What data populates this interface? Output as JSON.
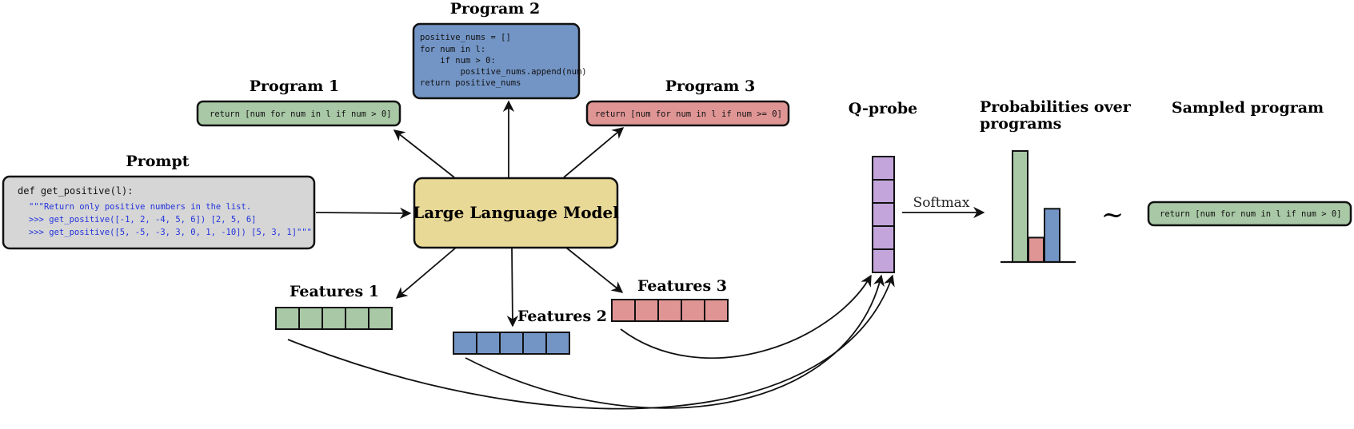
{
  "colors": {
    "green": "#a9c8a6",
    "blue": "#7395c6",
    "red": "#e09595",
    "gray": "#d6d6d6",
    "yellow": "#e9d997",
    "purple": "#c3a5db"
  },
  "prompt": {
    "title": "Prompt",
    "lines": [
      "def get_positive(l):",
      "\"\"\"Return only positive numbers in the list.",
      ">>> get_positive([-1, 2, -4, 5, 6]) [2, 5, 6]",
      ">>> get_positive([5, -5, -3, 3, 0, 1, -10]) [5, 3, 1]\"\"\""
    ]
  },
  "llm": {
    "label": "Large Language Model"
  },
  "program1": {
    "title": "Program 1",
    "code": "return [num for num in l if num > 0]"
  },
  "program2": {
    "title": "Program 2",
    "lines": [
      "positive_nums = []",
      "for num in l:",
      "    if num > 0:",
      "        positive_nums.append(num)",
      "return positive_nums"
    ]
  },
  "program3": {
    "title": "Program 3",
    "code": "return [num for num in l if num >= 0]"
  },
  "features": [
    {
      "title": "Features 1",
      "cells": 5,
      "color": "green"
    },
    {
      "title": "Features 2",
      "cells": 5,
      "color": "blue"
    },
    {
      "title": "Features 3",
      "cells": 5,
      "color": "red"
    }
  ],
  "qprobe": {
    "title": "Q-probe",
    "cells": 5
  },
  "softmax": {
    "label": "Softmax"
  },
  "probabilities": {
    "title_line1": "Probabilities over",
    "title_line2": "programs",
    "values": [
      {
        "program": "Program 1",
        "value": 1.0,
        "color": "green"
      },
      {
        "program": "Program 3",
        "value": 0.22,
        "color": "red"
      },
      {
        "program": "Program 2",
        "value": 0.48,
        "color": "blue"
      }
    ]
  },
  "sample": {
    "symbol": "~"
  },
  "sampled": {
    "title": "Sampled program",
    "code": "return [num for num in l if num > 0]"
  }
}
